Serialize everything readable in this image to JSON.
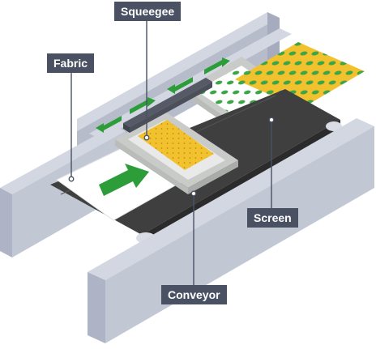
{
  "labels": {
    "squeegee": "Squeegee",
    "fabric": "Fabric",
    "screen": "Screen",
    "conveyor": "Conveyor"
  },
  "colors": {
    "frame_front": "#aeb4c5",
    "frame_top": "#d3d7e2",
    "frame_side": "#c2c7d4",
    "screen_frame": "#c9cbc9",
    "belt": "#3f3f3f",
    "roller": "#dadde6",
    "fabric": "#ffffff",
    "ink": "#f2c12e",
    "ink_dots": "#3ca646",
    "arrow": "#2d9d3a",
    "callout_bg": "#4a5163",
    "callout_text": "#ffffff",
    "leader_line": "#4a5163"
  },
  "icons": [
    "direction-arrow-icon",
    "rail-arrow-icon"
  ]
}
